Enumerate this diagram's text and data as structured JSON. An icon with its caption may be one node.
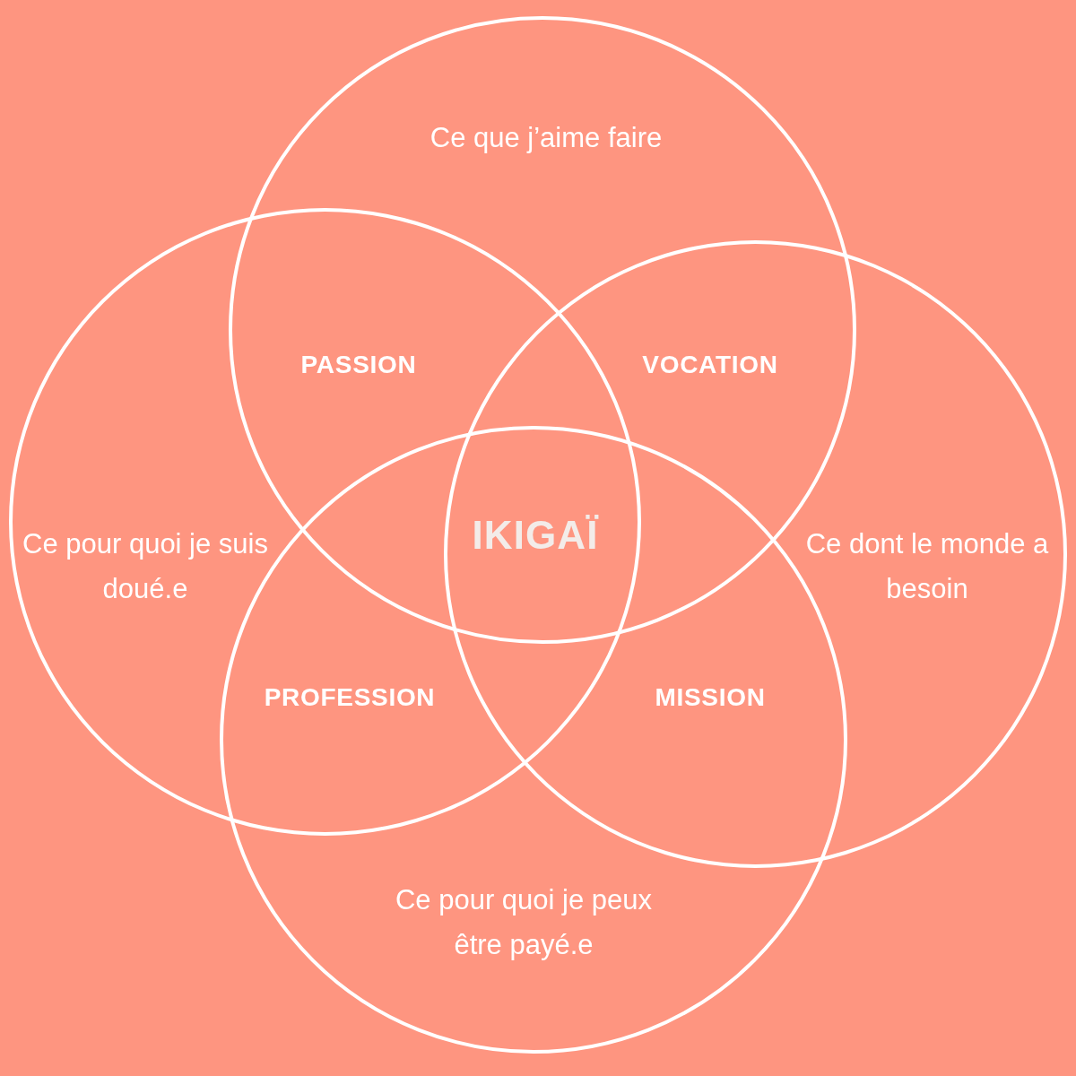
{
  "diagram": {
    "nodes": [
      {
        "text": [
          "Ce que j’aime faire"
        ]
      },
      {
        "text": [
          "Ce pour quoi je suis doué.e"
        ]
      },
      {
        "text": [
          "Ce dont le monde a besoin"
        ]
      },
      {
        "text": [
          "Ce pour quoi je peux être payé.e"
        ]
      }
    ],
    "labels": [
      "PASSION",
      "VOCATION",
      "IKIGAÏ",
      "PROFESSION",
      "MISSION"
    ]
  }
}
